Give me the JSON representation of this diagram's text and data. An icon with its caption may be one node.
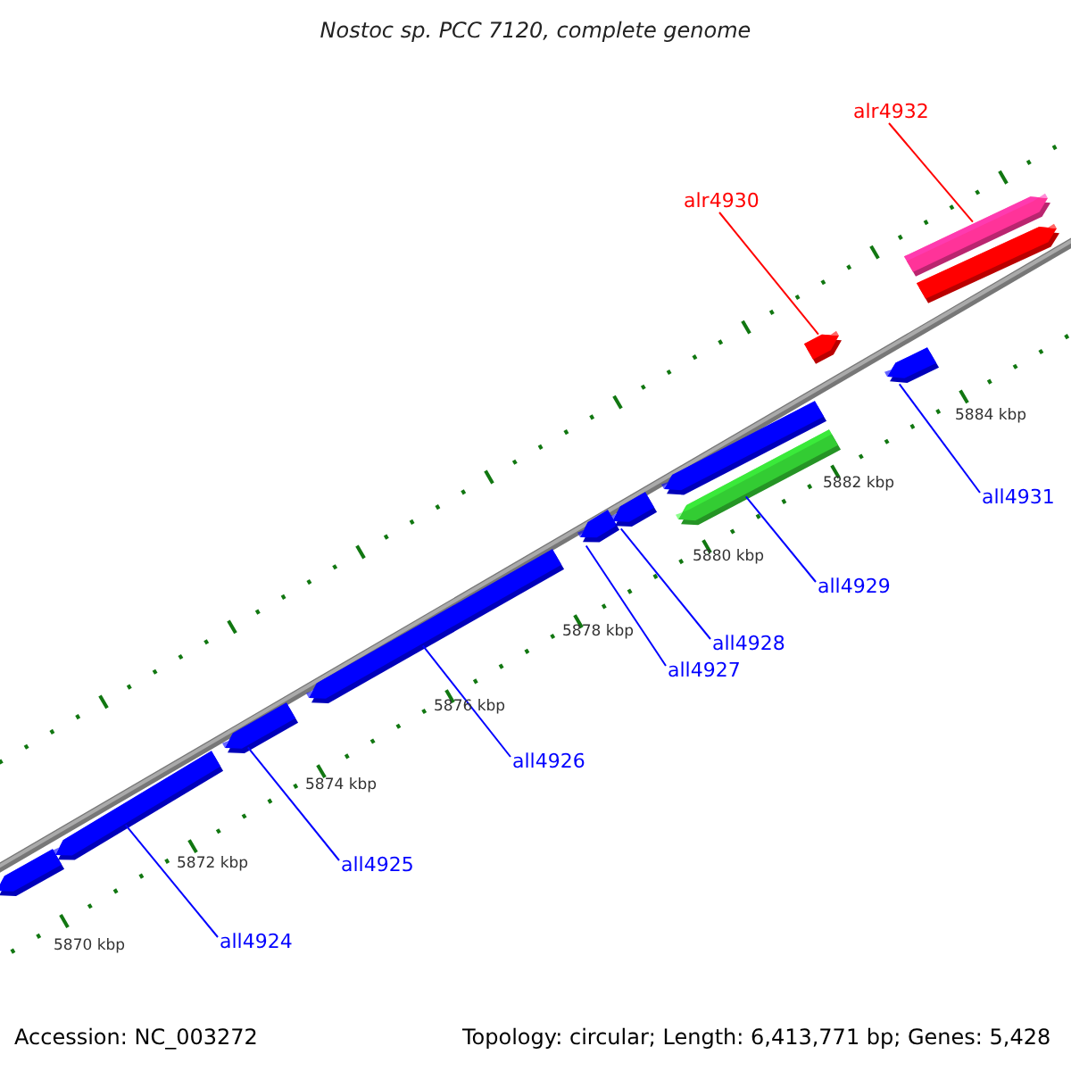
{
  "diagram": {
    "title": "Nostoc sp. PCC 7120, complete genome",
    "nodes": [
      {
        "text": [
          "alr4932"
        ]
      },
      {
        "text": [
          "alr4930"
        ]
      },
      {
        "text": [
          "all4931"
        ]
      },
      {
        "text": [
          "all4929"
        ]
      },
      {
        "text": [
          "all4928"
        ]
      },
      {
        "text": [
          "all4927"
        ]
      },
      {
        "text": [
          "all4926"
        ]
      },
      {
        "text": [
          "all4925"
        ]
      },
      {
        "text": [
          "all4924"
        ]
      },
      {
        "text": [],
        "shape": "bar"
      },
      {
        "text": [],
        "shape": "bar"
      },
      {
        "text": [],
        "shape": "bar"
      },
      {
        "text": [],
        "shape": "bar"
      },
      {
        "text": [],
        "shape": "bar"
      },
      {
        "text": [],
        "shape": "bar"
      },
      {
        "text": [],
        "shape": "bar"
      },
      {
        "text": [],
        "shape": "bar"
      },
      {
        "text": [],
        "shape": "bar"
      },
      {
        "text": [],
        "shape": "bar"
      },
      {
        "text": [],
        "shape": "bar"
      },
      {
        "text": [],
        "shape": "bar"
      }
    ],
    "edges": [
      {
        "from": 0,
        "to": 19,
        "arrow": "none",
        "color": "#ff0000"
      },
      {
        "from": 1,
        "to": 17,
        "arrow": "none",
        "color": "#ff0000"
      },
      {
        "from": 2,
        "to": 18,
        "arrow": "none"
      },
      {
        "from": 3,
        "to": 16,
        "arrow": "none"
      },
      {
        "from": 4,
        "to": 14,
        "arrow": "none"
      },
      {
        "from": 5,
        "to": 13,
        "arrow": "none"
      },
      {
        "from": 6,
        "to": 12,
        "arrow": "none"
      },
      {
        "from": 7,
        "to": 11,
        "arrow": "none"
      },
      {
        "from": 8,
        "to": 10,
        "arrow": "none"
      }
    ],
    "labels": [
      "5884 kbp",
      "5882 kbp",
      "5880 kbp",
      "5878 kbp",
      "5876 kbp",
      "5874 kbp",
      "5872 kbp",
      "5870 kbp",
      "Accession: NC_003272",
      "Topology: circular; Length: 6,413,771 bp; Genes: 5,428"
    ]
  }
}
